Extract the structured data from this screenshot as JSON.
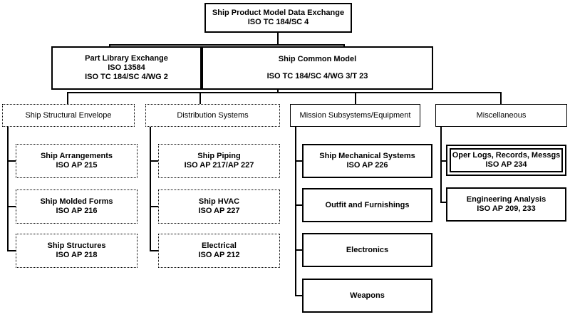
{
  "root": {
    "line1": "Ship Product Model Data Exchange",
    "line2": "ISO TC 184/SC 4"
  },
  "part_library": {
    "line1": "Part Library Exchange",
    "line2": "ISO 13584",
    "line3": "ISO TC 184/SC 4/WG 2"
  },
  "common_model": {
    "line1": "Ship Common Model",
    "line2": "ISO TC 184/SC 4/WG 3/T 23"
  },
  "categories": [
    {
      "label": "Ship Structural Envelope"
    },
    {
      "label": "Distribution Systems"
    },
    {
      "label": "Mission Subsystems/Equipment"
    },
    {
      "label": "Miscellaneous"
    }
  ],
  "structural": [
    {
      "line1": "Ship Arrangements",
      "line2": "ISO AP 215"
    },
    {
      "line1": "Ship Molded Forms",
      "line2": "ISO AP 216"
    },
    {
      "line1": "Ship Structures",
      "line2": "ISO AP 218"
    }
  ],
  "distribution": [
    {
      "line1": "Ship Piping",
      "line2": "ISO AP 217/AP 227"
    },
    {
      "line1": "Ship HVAC",
      "line2": "ISO AP 227"
    },
    {
      "line1": "Electrical",
      "line2": "ISO AP 212"
    }
  ],
  "mission": [
    {
      "line1": "Ship Mechanical Systems",
      "line2": "ISO AP 226"
    },
    {
      "line1": "Outfit and Furnishings",
      "line2": ""
    },
    {
      "line1": "Electronics",
      "line2": ""
    },
    {
      "line1": "Weapons",
      "line2": ""
    }
  ],
  "misc": [
    {
      "line1": "Oper Logs, Records, Messgs",
      "line2": "ISO AP 234"
    },
    {
      "line1": "Engineering Analysis",
      "line2": "ISO AP 209, 233"
    }
  ]
}
